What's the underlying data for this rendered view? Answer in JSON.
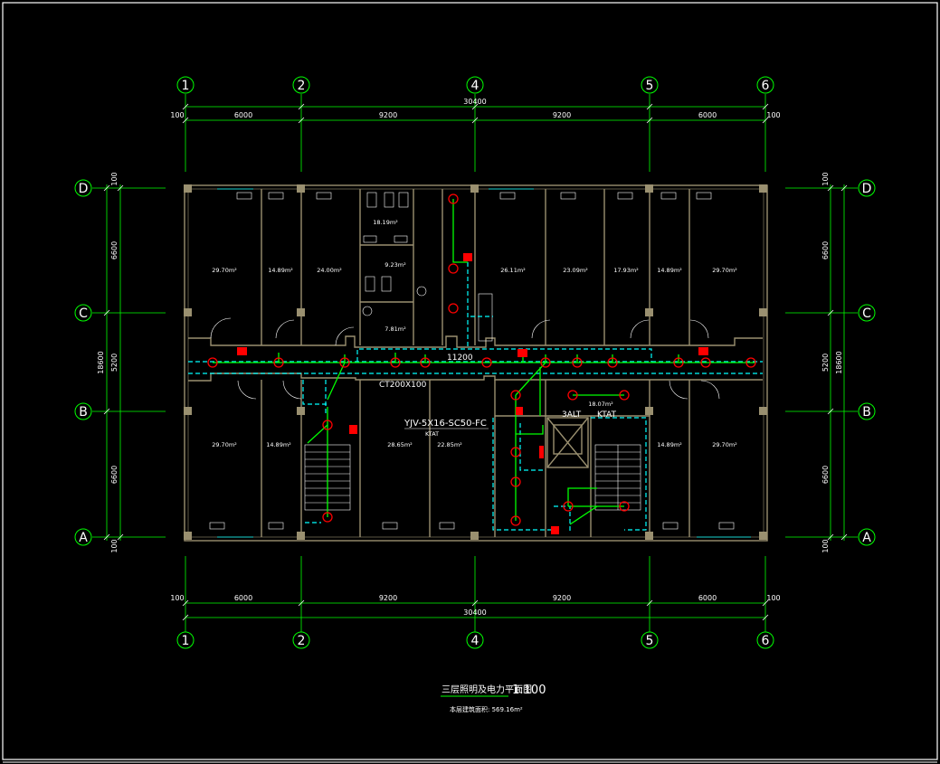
{
  "colors": {
    "background": "#000000",
    "axis_lines": "#00ff00",
    "walls": "#9a9070",
    "circuit": "#00ff00",
    "conduit": "#00ffff",
    "devices": "#ff0000",
    "text": "#ffffff"
  },
  "axes": {
    "columns": [
      "1",
      "2",
      "4",
      "5",
      "6"
    ],
    "rows": [
      "D",
      "C",
      "B",
      "A"
    ]
  },
  "dimensions": {
    "top_total": "30400",
    "top_segments": [
      "6000",
      "9200",
      "9200",
      "6000"
    ],
    "edge_offset": "100",
    "side_total": "18600",
    "side_segments": [
      "6600",
      "5200",
      "6600"
    ]
  },
  "rooms": {
    "r1": "29.70m²",
    "r2": "14.89m²",
    "r3": "24.00m²",
    "r4": "18.19m²",
    "r5": "9.23m²",
    "r6": "7.81m²",
    "r7": "26.11m²",
    "r8": "23.09m²",
    "r9": "17.93m²",
    "r10": "14.89m²",
    "r11": "29.70m²",
    "r12": "29.70m²",
    "r13": "14.89m²",
    "r14": "28.65m²",
    "r15": "22.85m²",
    "r16": "14.89m²",
    "r17": "29.70m²",
    "r18": "18.07m²"
  },
  "labels": {
    "corridor_width": "11200",
    "cable_tray": "CT200X100",
    "cable_spec": "YJV-5X16-SC50-FC",
    "cable_note": "KTAT",
    "panel_1": "3ALT",
    "panel_2": "KTAT"
  },
  "title": {
    "main": "三层照明及电力平面图",
    "scale": "1:100",
    "area_note": "本层建筑面积: 569.16m²"
  }
}
